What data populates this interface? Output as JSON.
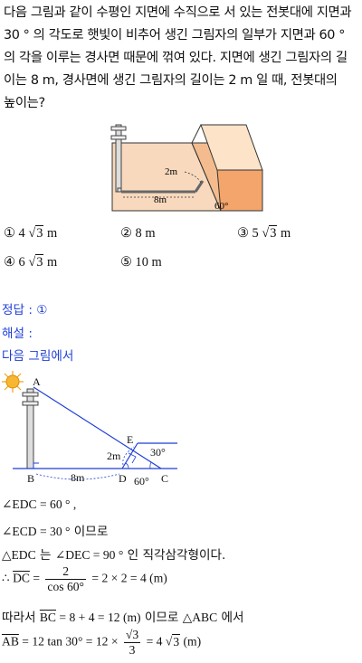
{
  "question": {
    "lines": [
      "다음 그림과 같이 수평인 지면에 수직으로 서 있는 전봇대에 지면과",
      "30 ° 의 각도로 햇빛이 비추어 생긴 그림자의 일부가 지면과 60 °",
      "의 각을 이루는 경사면 때문에 꺾여 있다. 지면에 생긴 그림자의 길",
      "이는 8 m, 경사면에 생긴 그림자의 길이는 2 m 일 때, 전봇대의",
      "높이는?"
    ]
  },
  "figure1": {
    "label_2m": "2m",
    "label_8m": "8m",
    "label_angle": "60°"
  },
  "choices": [
    {
      "num": "①",
      "coef": "4",
      "rad": "3",
      "unit": "m"
    },
    {
      "num": "②",
      "coef": "8",
      "rad": "",
      "unit": "m"
    },
    {
      "num": "③",
      "coef": "5",
      "rad": "3",
      "unit": "m"
    },
    {
      "num": "④",
      "coef": "6",
      "rad": "3",
      "unit": "m"
    },
    {
      "num": "⑤",
      "coef": "10",
      "rad": "",
      "unit": "m"
    }
  ],
  "answer": {
    "label": "정답 : ①",
    "explain_label": "해설 :",
    "intro": "다음 그림에서"
  },
  "figure2": {
    "A": "A",
    "B": "B",
    "C": "C",
    "D": "D",
    "E": "E",
    "len_ed": "2m",
    "len_bd": "8m",
    "angle_30": "30°",
    "angle_60": "60°"
  },
  "solution": {
    "l1": "∠EDC = 60 ° ,",
    "l2a": "∠ECD = 30 °",
    "l2b": " 이므로",
    "l3a": "△EDC",
    "l3b": " 는 ",
    "l3c": "∠DEC = 90 °",
    "l3d": "  인 직각삼각형이다.",
    "l4_prefix": "∴ ",
    "l4_dc": "DC",
    "l4_num": "2",
    "l4_den": "cos 60°",
    "l4_rest": " = 2 × 2 = 4 (m)",
    "l5a": "따라서 ",
    "l5_bc": "BC",
    "l5b": " = 8 + 4 = 12 (m)",
    "l5c": " 이므로  ",
    "l5d": "△ABC",
    "l5e": " 에서",
    "l6_ab": "AB",
    "l6a": " = 12 tan 30° = 12 × ",
    "l6_num": "√3",
    "l6_den": "3",
    "l6b": " = 4 ",
    "l6_rad": "3",
    "l6c": " (m)"
  }
}
